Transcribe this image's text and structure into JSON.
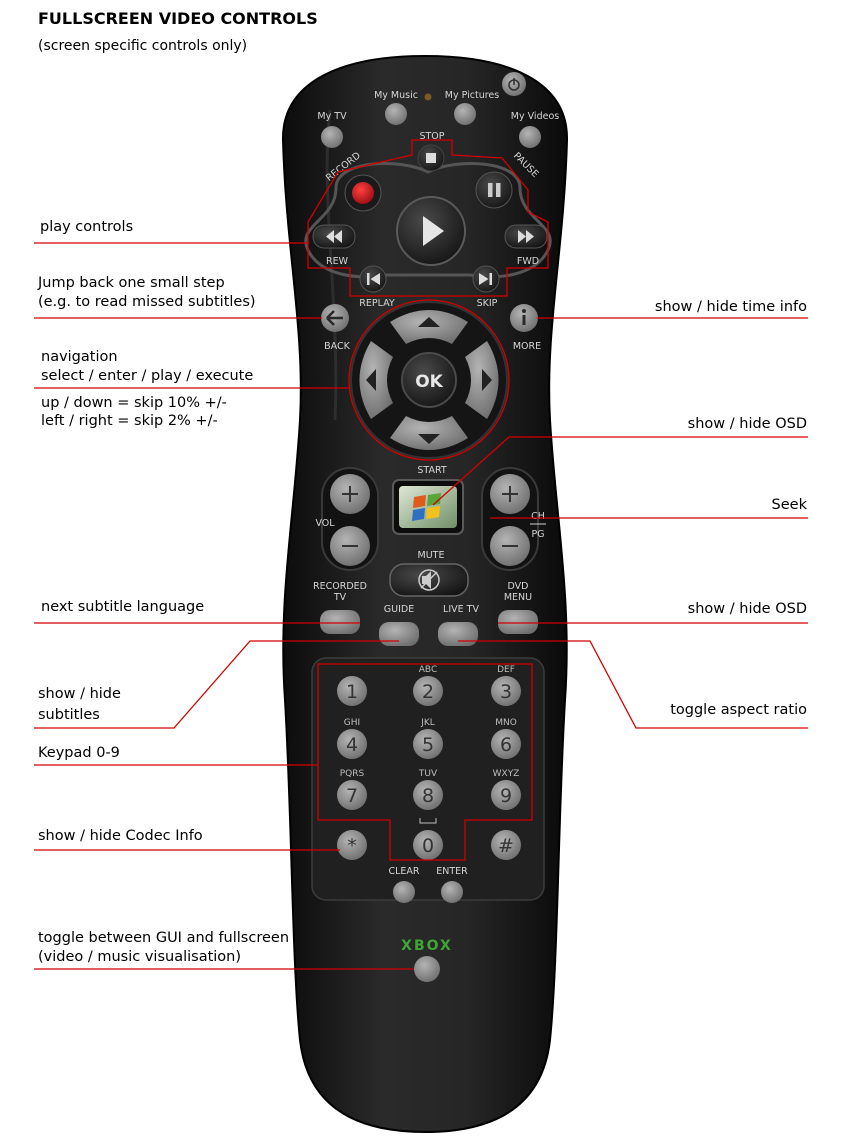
{
  "header": {
    "title": "FULLSCREEN VIDEO CONTROLS",
    "subtitle": "(screen specific controls only)"
  },
  "annotations": {
    "play_controls": "play controls",
    "jump_back_1": "Jump back one small step",
    "jump_back_2": "(e.g. to read missed subtitles)",
    "navigation_1": "navigation",
    "navigation_2": "select / enter / play / execute",
    "skip_ud": "up / down = skip 10% +/-",
    "skip_lr": "left / right = skip 2% +/-",
    "next_subtitle": "next subtitle language",
    "show_hide_subtitles_1": "show / hide",
    "show_hide_subtitles_2": "subtitles",
    "keypad": "Keypad 0-9",
    "codec_info": "show / hide Codec Info",
    "toggle_gui_1": "toggle between GUI and fullscreen",
    "toggle_gui_2": "(video / music visualisation)",
    "time_info": "show / hide time info",
    "osd_1": "show / hide OSD",
    "seek": "Seek",
    "osd_2": "show / hide OSD",
    "aspect_ratio": "toggle aspect ratio"
  },
  "remote": {
    "my_music": "My Music",
    "my_pictures": "My Pictures",
    "my_tv": "My TV",
    "my_videos": "My Videos",
    "stop": "STOP",
    "record": "RECORD",
    "pause": "PAUSE",
    "rew": "REW",
    "fwd": "FWD",
    "replay": "REPLAY",
    "skip": "SKIP",
    "back": "BACK",
    "more": "MORE",
    "ok": "OK",
    "start": "START",
    "vol": "VOL",
    "ch": "CH",
    "pg": "PG",
    "mute": "MUTE",
    "recorded_1": "RECORDED",
    "recorded_2": "TV",
    "dvd_1": "DVD",
    "dvd_2": "MENU",
    "guide": "GUIDE",
    "live_tv": "LIVE TV",
    "clear": "CLEAR",
    "enter": "ENTER",
    "xbox": "XBOX",
    "keys": [
      {
        "num": "1",
        "letters": ""
      },
      {
        "num": "2",
        "letters": "ABC"
      },
      {
        "num": "3",
        "letters": "DEF"
      },
      {
        "num": "4",
        "letters": "GHI"
      },
      {
        "num": "5",
        "letters": "JKL"
      },
      {
        "num": "6",
        "letters": "MNO"
      },
      {
        "num": "7",
        "letters": "PQRS"
      },
      {
        "num": "8",
        "letters": "TUV"
      },
      {
        "num": "9",
        "letters": "WXYZ"
      },
      {
        "num": "*",
        "letters": ""
      },
      {
        "num": "0",
        "letters": ""
      },
      {
        "num": "#",
        "letters": ""
      }
    ]
  },
  "colors": {
    "callout": "#d40000",
    "body": "#1b1b1b",
    "button": "#8f8f8f",
    "record": "#c8161d",
    "xbox_green": "#3fa535"
  }
}
